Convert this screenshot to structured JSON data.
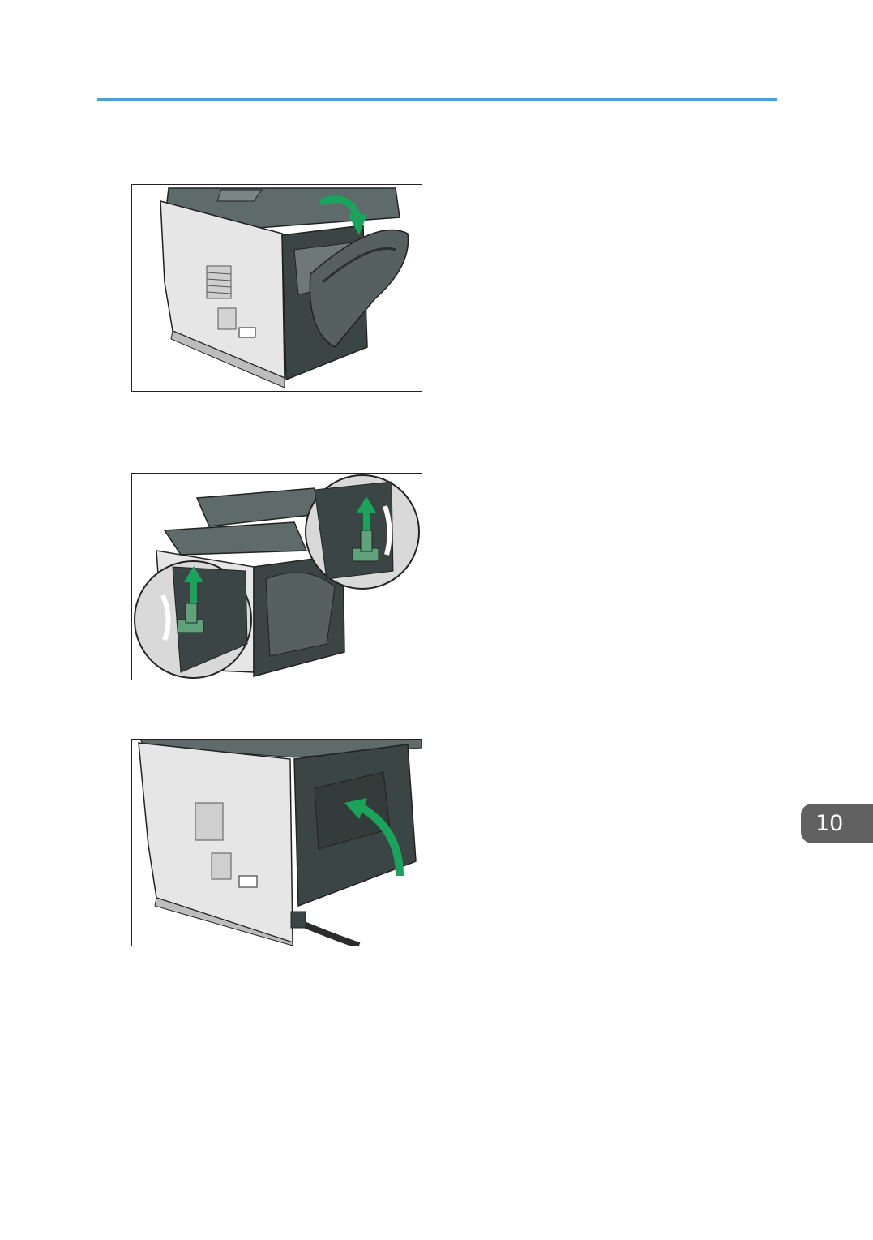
{
  "page": {
    "chapter_tab": "10",
    "accent_color": "#4a9fd8",
    "tab_color": "#616161",
    "arrow_color": "#1aa35b",
    "lever_color": "#5fa27a"
  },
  "figures": [
    {
      "icon": "printer-rear-cover-open-illustration"
    },
    {
      "icon": "fuser-levers-raise-illustration"
    },
    {
      "icon": "printer-rear-cover-close-illustration"
    }
  ]
}
